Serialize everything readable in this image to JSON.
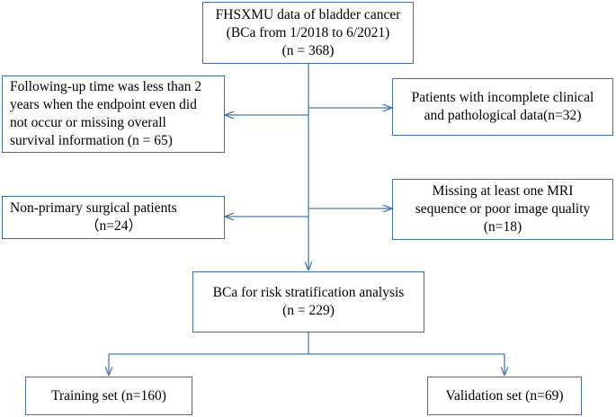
{
  "boxes": {
    "source": {
      "lines": [
        "FHSXMU data of bladder cancer",
        "(BCa from 1/2018 to 6/2021)",
        "(n = 368)"
      ]
    },
    "excluded_followup": {
      "lines": [
        "Following-up time was less than 2",
        "years when the endpoint even did",
        "not occur or missing overall",
        "survival information (n = 65)"
      ]
    },
    "excluded_incomplete": {
      "lines": [
        "Patients with incomplete clinical",
        "and pathological data(n=32)"
      ]
    },
    "excluded_nonprimary": {
      "lines": [
        "Non-primary surgical patients",
        "（n=24）"
      ]
    },
    "excluded_mri": {
      "lines": [
        "Missing at least one MRI",
        "sequence or poor image quality",
        "(n=18)"
      ]
    },
    "analysis": {
      "lines": [
        "BCa for risk stratification analysis",
        "(n = 229)"
      ]
    },
    "training": {
      "lines": [
        "Training set (n=160)"
      ]
    },
    "validation": {
      "lines": [
        "Validation set (n=69)"
      ]
    }
  },
  "colors": {
    "box_border": "#3f6fa8",
    "connector": "#4a7ab5",
    "text": "#000000",
    "background": "#ffffff"
  }
}
